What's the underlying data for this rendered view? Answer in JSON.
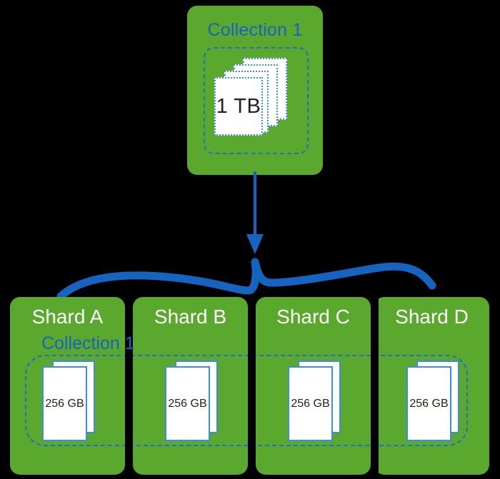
{
  "diagram": {
    "title_hidden": "Sharding a collection across four shards",
    "background_color": "#000000",
    "card_color": "#5aa82e",
    "accent_blue": "#1565c0",
    "doc_border_blue": "#3d8ddb",
    "label_dark": "#231f20",
    "label_white": "#ffffff"
  },
  "source": {
    "card_label": "Collection 1",
    "documents": {
      "count": 4,
      "size_label": "1 TB"
    },
    "container_style": "dashed-rounded"
  },
  "connector": {
    "arrow_icon": "down-arrow-icon",
    "brace_icon": "wavy-brace-icon",
    "color": "#1565c0"
  },
  "target": {
    "collection_label": "Collection 1",
    "shards": [
      {
        "name": "Shard A",
        "doc_count": 2,
        "size_label": "256 GB"
      },
      {
        "name": "Shard B",
        "doc_count": 2,
        "size_label": "256 GB"
      },
      {
        "name": "Shard C",
        "doc_count": 2,
        "size_label": "256 GB"
      },
      {
        "name": "Shard D",
        "doc_count": 2,
        "size_label": "256 GB"
      }
    ]
  }
}
